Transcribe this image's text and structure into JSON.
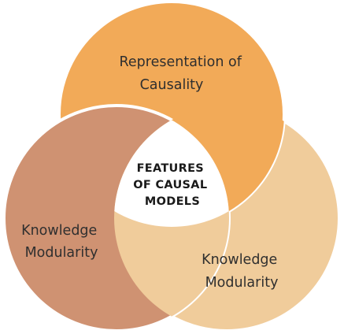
{
  "diagram": {
    "center_lines": [
      "FEATURES",
      "OF CAUSAL",
      "MODELS"
    ],
    "circles": [
      {
        "id": "top",
        "label_lines": [
          "Representation of",
          "Causality"
        ],
        "color": "#f2aa58"
      },
      {
        "id": "left",
        "label_lines": [
          "Knowledge",
          "Modularity"
        ],
        "color": "#cf9272"
      },
      {
        "id": "right",
        "label_lines": [
          "Knowledge",
          "Modularity"
        ],
        "color": "#f0cc9b"
      }
    ],
    "center_color": "#ffffff",
    "border_color": "#ffffff"
  }
}
